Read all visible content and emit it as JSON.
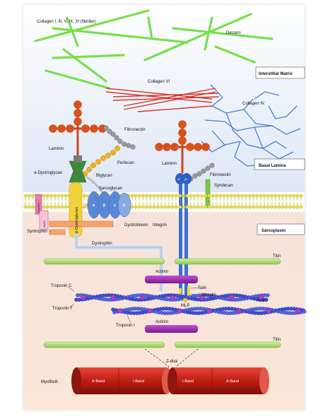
{
  "labels": {
    "collagen_fibrillar": "Collagen I, III, V, IX, XI (fibrillar)",
    "decorin": "Decorin",
    "interstitial_matrix": "Interstitial Matrix",
    "collagen_vi": "Collagen VI",
    "collagen_iv": "Collagen IV",
    "fibronectin_left": "Fibronectin",
    "laminin_left": "Laminin",
    "perlecan": "Perlecan",
    "alpha_dystroglycan": "α-Dystroglycan",
    "biglycan": "Biglycan",
    "sarcoglycan": "Sarcoglycan",
    "beta_dystroglycan": "β-Dystroglycan",
    "caveolin": "Caveolin",
    "nnos": "nNOS",
    "syntrophin": "Syntrophin",
    "dystrobrevin": "Dystrobrevin",
    "dystrophin": "Dystrophin",
    "laminin_right": "Laminin",
    "fibronectin_right": "Fibronectin",
    "syndecan": "Syndecan",
    "integrin": "Integrin",
    "basal_lamina": "Basal Lamina",
    "sarcoplasm": "Sarcoplasm",
    "titin_top": "Titin",
    "actinin_top": "Actinin",
    "talin": "Talin",
    "vinculin": "Vinculin",
    "mlp": "MLP",
    "actin": "Actin",
    "troponin_c": "Troponin C",
    "troponin_t": "Troponin T",
    "troponin_i": "Troponin I",
    "actinin_bottom": "Actinin",
    "titin_bottom": "Titin",
    "z_disk": "Z-disk",
    "myofibrill": "Myofibrill",
    "a_band_left": "A-Band",
    "i_band_left": "I-Band",
    "i_band_right": "I-Band",
    "a_band_right": "A-Band",
    "sarcoglycan_sub_a": "α",
    "sarcoglycan_sub_b": "β",
    "sarcoglycan_sub_g": "γ",
    "sarcoglycan_sub_d": "δ",
    "integrin_alpha": "α7",
    "integrin_beta": "β1"
  },
  "colors": {
    "collagen_green": "#77e04a",
    "decorin_blue": "#2a55d8",
    "collagen_vi_red": "#d8352b",
    "collagen_iv_blue": "#4a7fcf",
    "laminin_orange": "#d8521e",
    "perlecan_yellow": "#f0b21a",
    "fibronectin_grey": "#9a9a9a",
    "dystroglycan_green": "#3e8a3a",
    "beta_dystroglycan_yellow": "#f2d23a",
    "sarcoglycan_blue": "#5a88d8",
    "dystrophin_blue": "#c8dcf5",
    "integrin_blue": "#3a6fd6",
    "titin_green": "#b9e07a",
    "actinin_purple": "#9b2fb0",
    "actin_blue": "#3b4fd0",
    "myofibril_red": "#c8241c",
    "membrane_yellow": "#e2d94a"
  }
}
